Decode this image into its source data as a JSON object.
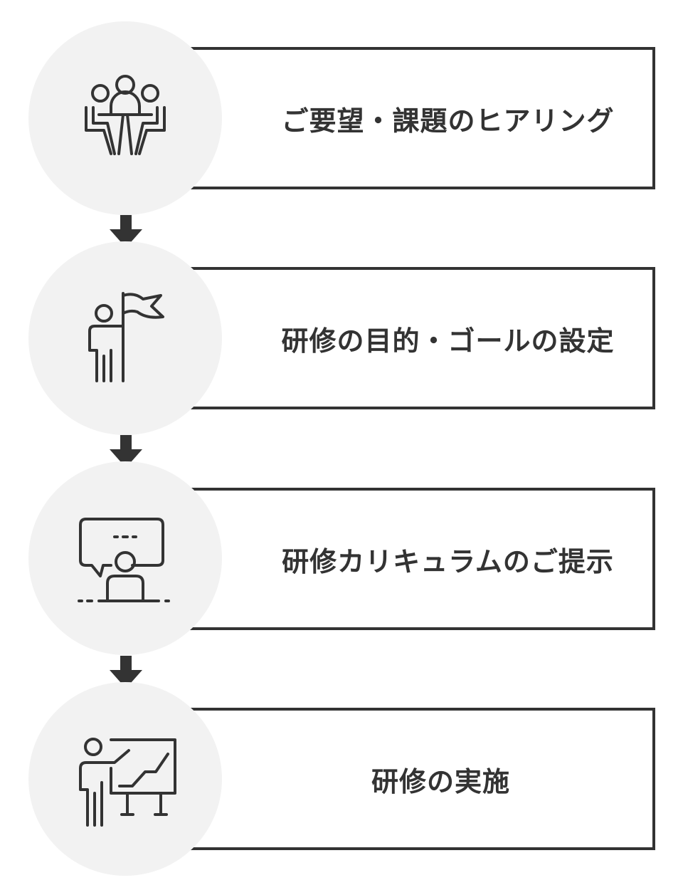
{
  "steps": [
    {
      "label": "ご要望・課題のヒアリング",
      "icon": "meeting-icon"
    },
    {
      "label": "研修の目的・ゴールの設定",
      "icon": "flag-goal-icon"
    },
    {
      "label": "研修カリキュラムのご提示",
      "icon": "presenter-speech-icon"
    },
    {
      "label": "研修の実施",
      "icon": "training-whiteboard-icon"
    }
  ],
  "colors": {
    "stroke": "#333333",
    "circle": "#f2f2f2",
    "background": "#ffffff"
  }
}
